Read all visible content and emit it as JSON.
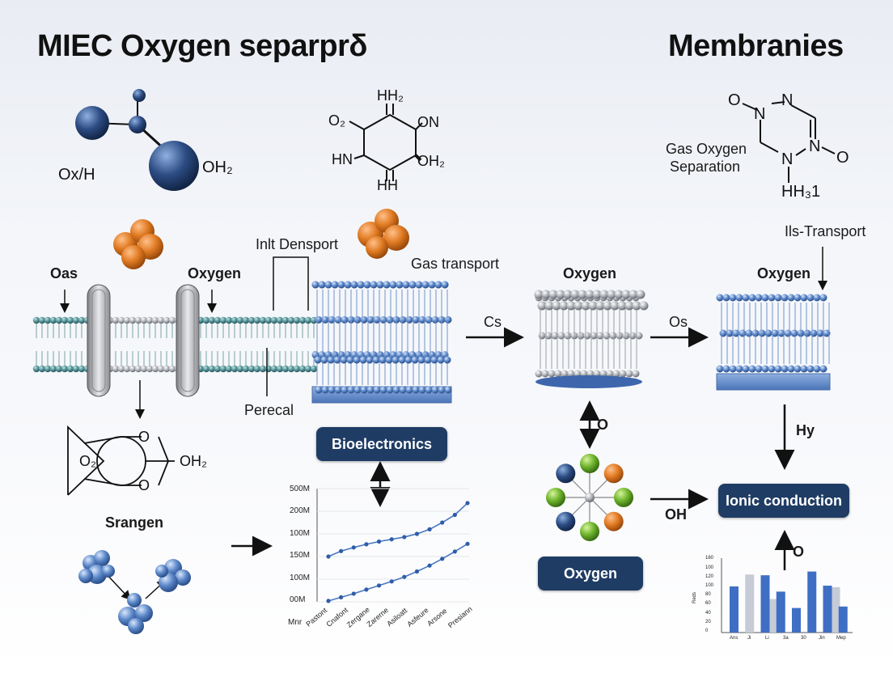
{
  "header": {
    "title_left": "MIEC Oxygen separprδ",
    "title_right": "Membranies"
  },
  "molecules": {
    "left_top": {
      "label_a": "Ox/H",
      "label_b": "OH₂"
    },
    "ring_center": {
      "top": "HH₂",
      "left_top": "O₂",
      "right_top": "ON",
      "left_bottom": "HN",
      "right_bottom": "OH₂",
      "bottom": "HH"
    },
    "ring_right": {
      "o_top": "O",
      "n_top": "N",
      "n_left": "N",
      "n_right": "N",
      "o_right": "O",
      "n_bottom": "N",
      "bottom": "HH₃1"
    },
    "crown": {
      "o_top": "O",
      "o_bottom": "O",
      "o_left": "O₂",
      "oh": "OH₂"
    }
  },
  "labels": {
    "gas_oxygen_separation": [
      "Gas Oxygen",
      "Separation"
    ],
    "ils_transport": "Ils-Transport",
    "inlt_densport": "Inlt Densport",
    "gas_transport": "Gas transport",
    "oas": "Oas",
    "oxygen_left": "Oxygen",
    "oxygen_mid": "Oxygen",
    "oxygen_right": "Oxygen",
    "cs": "Cs",
    "os": "Os",
    "perecal": "Perecal",
    "o_mid": "O",
    "hy": "Hy",
    "oh": "OH",
    "o_right": "O",
    "srangen": "Srangen"
  },
  "buttons": {
    "bioelectronics": "Bioelectronics",
    "oxygen": "Oxygen",
    "ionic_conduction": "Ionic conduction"
  },
  "icons": [
    "arrow-down-icon",
    "arrow-right-icon",
    "double-arrow-icon",
    "molecule-icon",
    "membrane-icon"
  ],
  "colors": {
    "navy_button": "#1f3c64",
    "membrane_blue": "#5a86c8",
    "sphere_blue": "#2c4c84",
    "sphere_orange": "#e07a22",
    "bar_blue": "#3f6fc4",
    "bar_grey": "#c6cbd6"
  },
  "chart_data": [
    {
      "type": "line",
      "title": "",
      "xlabel": "Mnr",
      "ylabel": "",
      "y_tick_labels": [
        "00M",
        "100M",
        "150M",
        "100M",
        "200M",
        "500M"
      ],
      "x_tick_labels": [
        "Pastont",
        "Cnafont",
        "Zergane",
        "Zarerne",
        "Asiloatt",
        "Asfeure",
        "Arsone",
        "Presiann"
      ],
      "series": [
        {
          "values": [
            100,
            112,
            120,
            127,
            133,
            138,
            143,
            150,
            160,
            175,
            192,
            218
          ]
        },
        {
          "values": [
            2,
            10,
            18,
            27,
            36,
            45,
            55,
            67,
            80,
            95,
            111,
            128
          ]
        }
      ]
    },
    {
      "type": "bar",
      "title": "",
      "xlabel": "",
      "ylabel": "Reds",
      "ylim": [
        0,
        100
      ],
      "y_tick_labels": [
        "0",
        "20",
        "40",
        "60",
        "80",
        "100",
        "120",
        "100",
        "160"
      ],
      "x_tick_labels": [
        "Ans",
        "Ji",
        "Li",
        "3a",
        "30",
        "Jin",
        "Mep"
      ],
      "series": [
        {
          "name": "",
          "color": "#3f6fc4",
          "values": [
            62,
            0,
            77,
            55,
            33,
            82,
            63,
            35
          ]
        },
        {
          "name": "",
          "color": "#c6cbd6",
          "values": [
            0,
            78,
            45,
            0,
            0,
            0,
            61,
            0
          ]
        }
      ]
    }
  ]
}
